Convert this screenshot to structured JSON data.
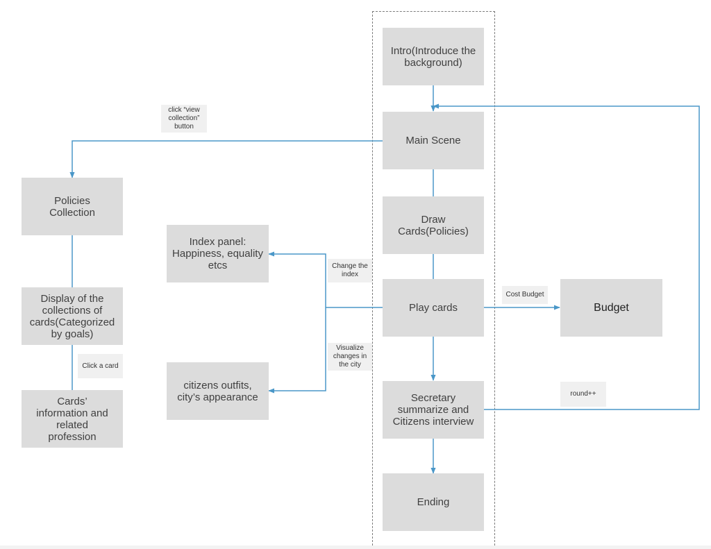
{
  "colors": {
    "connector": "#4a97c8",
    "box": "#dcdcdc",
    "note": "#f0f0f0"
  },
  "nodes": {
    "intro": "Intro(Introduce the background)",
    "main_scene": "Main Scene",
    "draw_cards": "Draw Cards(Policies)",
    "play_cards": "Play cards",
    "secretary": "Secretary summarize and Citizens interview",
    "ending": "Ending",
    "budget": "Budget",
    "policies_collection": "Policies Collection",
    "display_collections": "Display of the collections of cards(Categorized by goals)",
    "cards_info": "Cards’ information and related profession",
    "index_panel": "Index panel: Happiness, equality etcs",
    "citizens_outfits": "citizens outfits, city’s appearance"
  },
  "labels": {
    "view_collection": "click “view collection” button",
    "change_index": "Change the index",
    "visualize_changes": "Visualize changes in the city",
    "cost_budget": "Cost Budget",
    "click_card": "Click a card",
    "round": "round++"
  }
}
